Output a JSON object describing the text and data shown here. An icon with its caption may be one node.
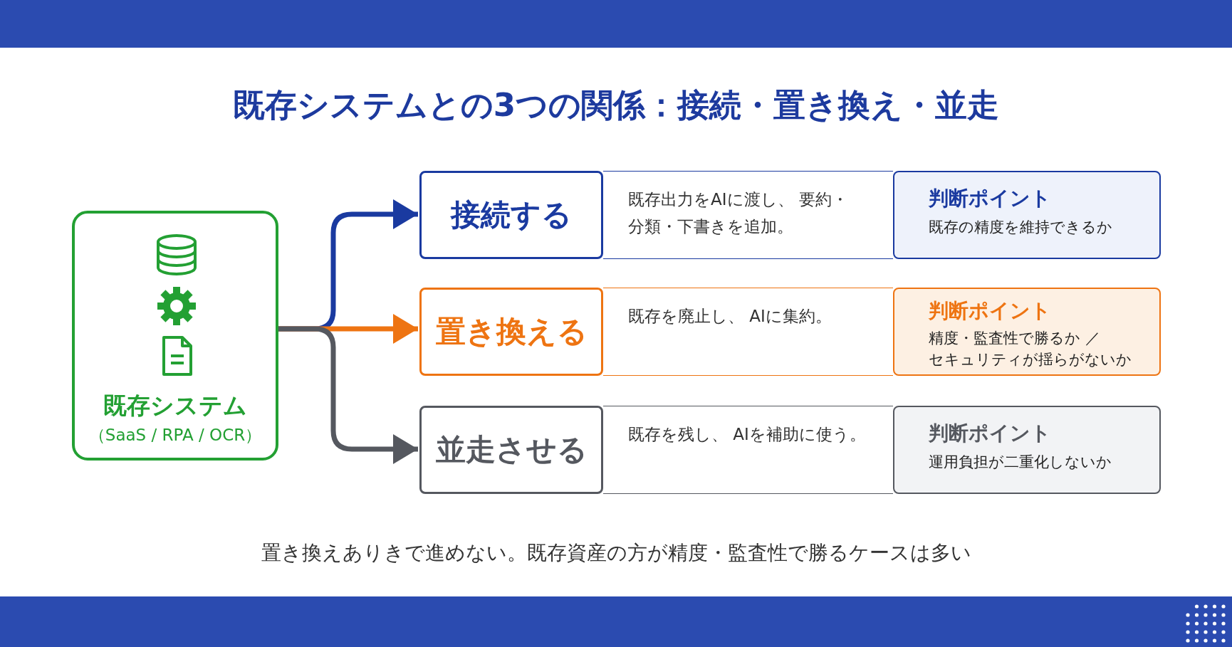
{
  "diagram": {
    "title": "既存システムとの3つの関係：接続・置き換え・並走",
    "nodes": [
      {
        "text": [
          "既存システム",
          "（SaaS / RPA / OCR）"
        ]
      },
      {
        "text": [
          "接続する"
        ]
      },
      {
        "text": [
          "既存出力をAIに渡し、 要約・分類・下書きを追加。"
        ]
      },
      {
        "text": [
          "判断ポイント",
          "既存の精度を維持できるか"
        ]
      },
      {
        "text": [
          "置き換える"
        ]
      },
      {
        "text": [
          "既存を廃止し、 AIに集約。"
        ]
      },
      {
        "text": [
          "判断ポイント",
          "精度・監査性で勝るか ／セキュリティが揺らがないか"
        ]
      },
      {
        "text": [
          "並走させる"
        ]
      },
      {
        "text": [
          "既存を残し、 AIを補助に使う。"
        ]
      },
      {
        "text": [
          "判断ポイント",
          "運用負担が二重化しないか"
        ]
      }
    ],
    "edges": [
      {
        "from": 0,
        "to": 1,
        "arrow": "to",
        "color": "#1a3aa0"
      },
      {
        "from": 0,
        "to": 4,
        "arrow": "to",
        "color": "#ee7412"
      },
      {
        "from": 0,
        "to": 7,
        "arrow": "to",
        "color": "#55585f"
      }
    ],
    "labels": [
      "置き換えありきで進めない。既存資産の方が精度・監査性で勝るケースは多い"
    ]
  }
}
